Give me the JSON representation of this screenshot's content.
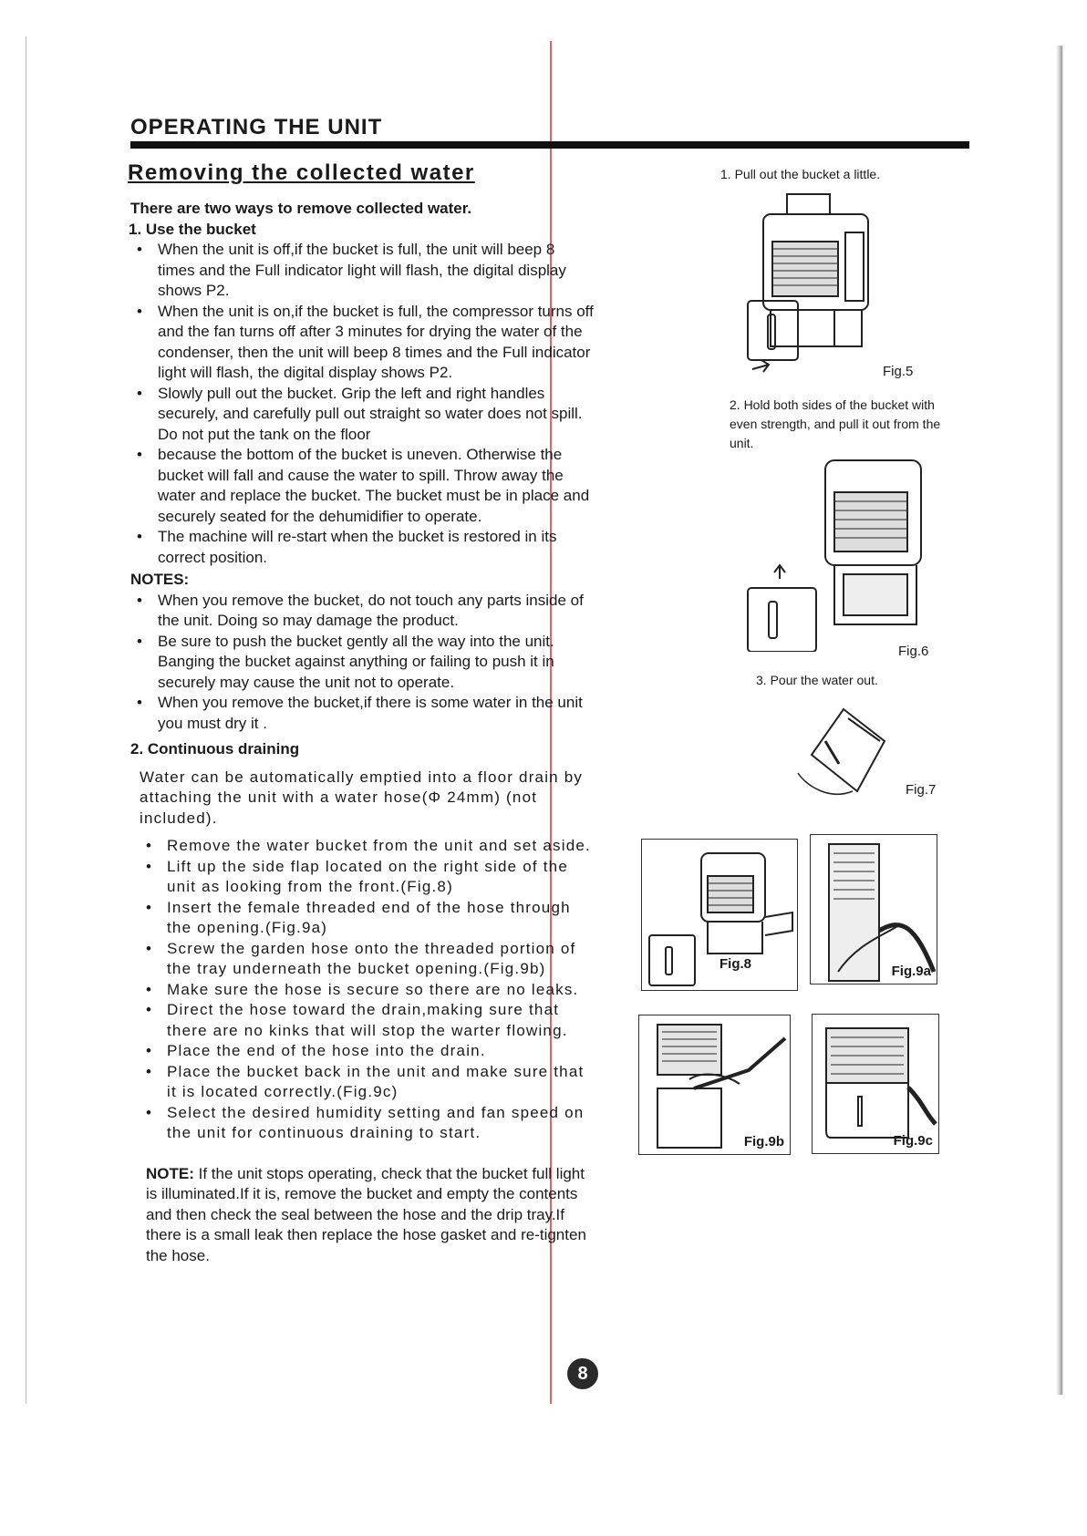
{
  "header": {
    "title": "OPERATING THE UNIT",
    "subtitle": "Removing the collected water"
  },
  "intro": "There are two ways to remove collected water.",
  "section1": {
    "heading": "1. Use the bucket",
    "bullets": [
      "When the unit is off,if the bucket is full, the unit will beep 8 times and the Full indicator light will flash, the digital display shows P2.",
      "When the unit is on,if the bucket is full, the compressor turns off and the fan turns off after 3 minutes for drying the water of the condenser, then the unit will beep 8 times and the Full indicator light will flash, the digital display shows P2.",
      "Slowly pull out the bucket. Grip the left and right handles securely, and carefully pull out straight so water does not spill. Do not put the tank on the floor",
      "because the bottom of the bucket is uneven. Otherwise the bucket will fall and cause the water to spill. Throw away the water and replace the bucket. The bucket must be in place and securely seated for the dehumidifier to operate.",
      "The machine will re-start when the bucket is restored in its correct position."
    ]
  },
  "notes": {
    "heading": "NOTES:",
    "bullets": [
      "When you remove the bucket, do not touch any parts inside of the unit. Doing so may damage the product.",
      "Be sure to push the bucket gently all the way into the unit. Banging the bucket against anything or failing to push it in securely may cause the unit not to operate.",
      "When you remove the bucket,if there is some water in the unit you must dry it ."
    ]
  },
  "section2": {
    "heading": "2. Continuous draining",
    "intro": "Water can be automatically emptied into a floor drain by attaching the unit with a water hose(Φ 24mm) (not included).",
    "bullets": [
      "Remove the water bucket from the unit and set aside.",
      "Lift up the side flap located on the right side of the unit as looking from the front.(Fig.8)",
      "Insert the female threaded end of the hose through the opening.(Fig.9a)",
      "Screw the garden hose onto the threaded portion of the tray underneath the bucket opening.(Fig.9b)",
      "Make sure the hose is secure so there are no leaks.",
      "Direct the hose toward the drain,making sure that there are no kinks that will stop the warter flowing.",
      "Place the end of the hose into the drain.",
      "Place the bucket back in the unit and make sure that it is located correctly.(Fig.9c)",
      "Select the desired humidity setting and fan speed on the unit for continuous draining to start."
    ]
  },
  "note": {
    "label": "NOTE:",
    "text": " If the unit stops operating, check that the bucket full light is illuminated.If it is, remove the bucket and empty the contents and then check the seal between the hose and the drip tray.If there is a small leak then replace the hose gasket and re-tignten the hose."
  },
  "right_column": {
    "step1": "1. Pull out the bucket a little.",
    "fig5": "Fig.5",
    "step2": "2. Hold both sides of the bucket with even strength, and pull it out from the unit.",
    "fig6": "Fig.6",
    "step3": "3. Pour the water out.",
    "fig7": "Fig.7",
    "fig8": "Fig.8",
    "fig9a": "Fig.9a",
    "fig9b": "Fig.9b",
    "fig9c": "Fig.9c"
  },
  "page_number": "8"
}
